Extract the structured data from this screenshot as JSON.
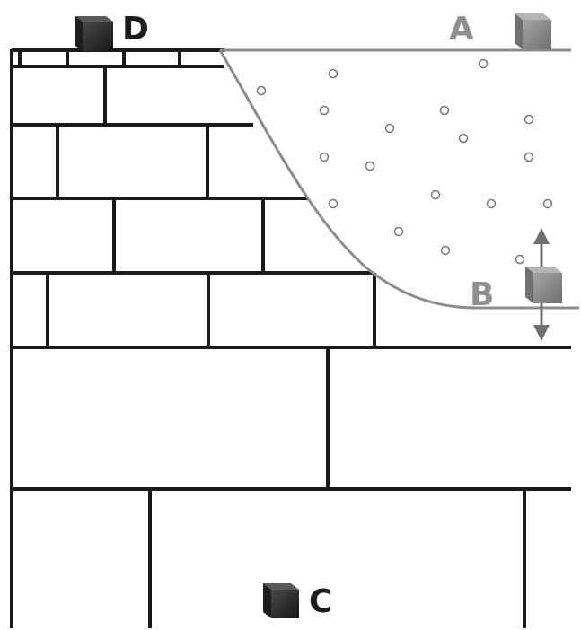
{
  "labels": {
    "a": "A",
    "b": "B",
    "c": "C",
    "d": "D"
  },
  "colors": {
    "line": "#1a1a1a",
    "curve": "#8c8c8c",
    "light_label": "#8f8f8f",
    "dark_label": "#1c1c1c",
    "cube_light": "#8a8a8a",
    "cube_dark": "#2b2b2b",
    "bubble": "#777777"
  }
}
